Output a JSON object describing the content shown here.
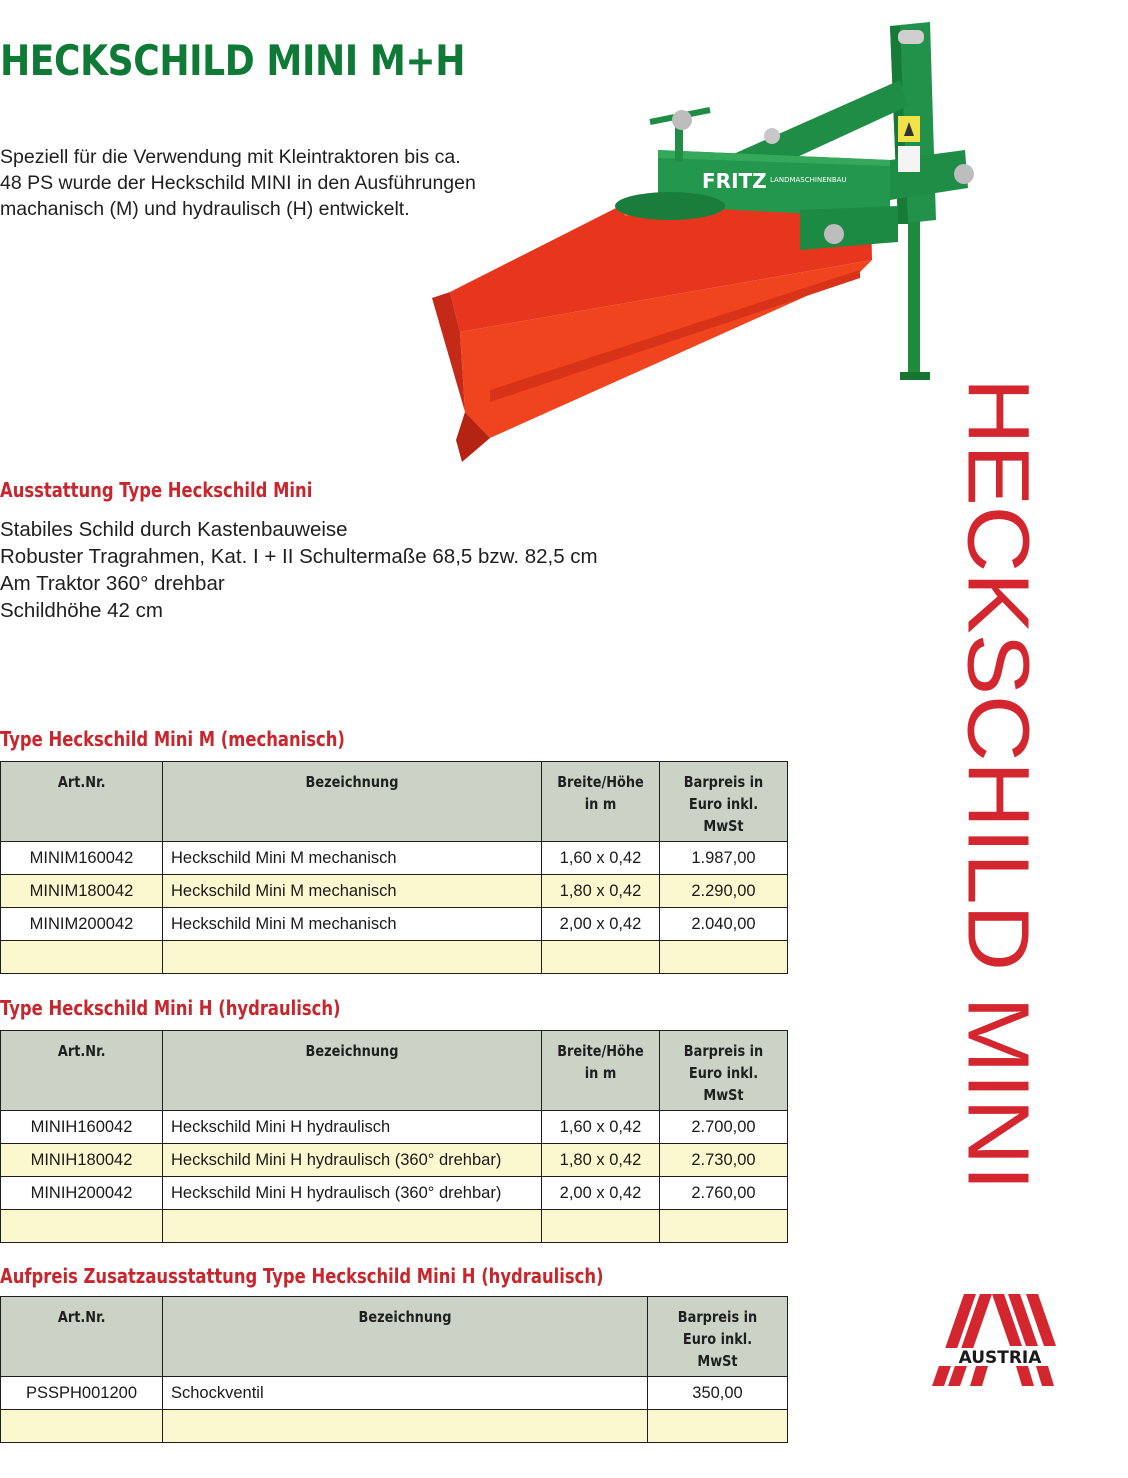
{
  "header": {
    "title": "HECKSCHILD MINI M+H",
    "intro_lines": [
      "Speziell für die Verwendung mit Kleintraktoren bis ca.",
      "48 PS wurde der Heckschild MINI in den Ausführungen",
      "machanisch (M) und hydraulisch (H) entwickelt."
    ]
  },
  "image": {
    "brand": "FRITZ",
    "brand_sub": "LANDMASCHINENBAU"
  },
  "features": {
    "heading": "Ausstattung Type Heckschild Mini",
    "items": [
      "Stabiles Schild durch Kastenbauweise",
      "Robuster Tragrahmen, Kat. I + II Schultermaße 68,5 bzw. 82,5 cm",
      "Am Traktor 360° drehbar",
      "Schildhöhe 42 cm"
    ]
  },
  "table_m": {
    "heading": "Type Heckschild Mini M (mechanisch)",
    "headers": [
      "Art.Nr.",
      "Bezeichnung",
      "Breite/Höhe in m",
      "Barpreis in Euro inkl. MwSt"
    ],
    "rows": [
      [
        "MINIM160042",
        "Heckschild Mini M mechanisch",
        "1,60 x 0,42",
        "1.987,00"
      ],
      [
        "MINIM180042",
        "Heckschild Mini M mechanisch",
        "1,80 x 0,42",
        "2.290,00"
      ],
      [
        "MINIM200042",
        "Heckschild Mini M mechanisch",
        "2,00 x 0,42",
        "2.040,00"
      ]
    ]
  },
  "table_h": {
    "heading": "Type Heckschild Mini H (hydraulisch)",
    "headers": [
      "Art.Nr.",
      "Bezeichnung",
      "Breite/Höhe in m",
      "Barpreis in Euro inkl. MwSt"
    ],
    "rows": [
      [
        "MINIH160042",
        "Heckschild Mini H hydraulisch",
        "1,60 x 0,42",
        "2.700,00"
      ],
      [
        "MINIH180042",
        "Heckschild Mini H hydraulisch (360° drehbar)",
        "1,80 x 0,42",
        "2.730,00"
      ],
      [
        "MINIH200042",
        "Heckschild Mini H hydraulisch (360° drehbar)",
        "2,00 x 0,42",
        "2.760,00"
      ]
    ]
  },
  "table_extra": {
    "heading": "Aufpreis Zusatzausstattung Type Heckschild Mini H (hydraulisch)",
    "headers": [
      "Art.Nr.",
      "Bezeichnung",
      "Barpreis in Euro inkl. MwSt"
    ],
    "rows": [
      [
        "PSSPH001200",
        "Schockventil",
        "350,00"
      ]
    ]
  },
  "side_title": "HECKSCHILD MINI",
  "logo": {
    "text": "AUSTRIA"
  },
  "colors": {
    "green": "#0f7a35",
    "red": "#c8262c",
    "header_bg": "#cbd3c7",
    "row_alt": "#fbf8cf"
  }
}
